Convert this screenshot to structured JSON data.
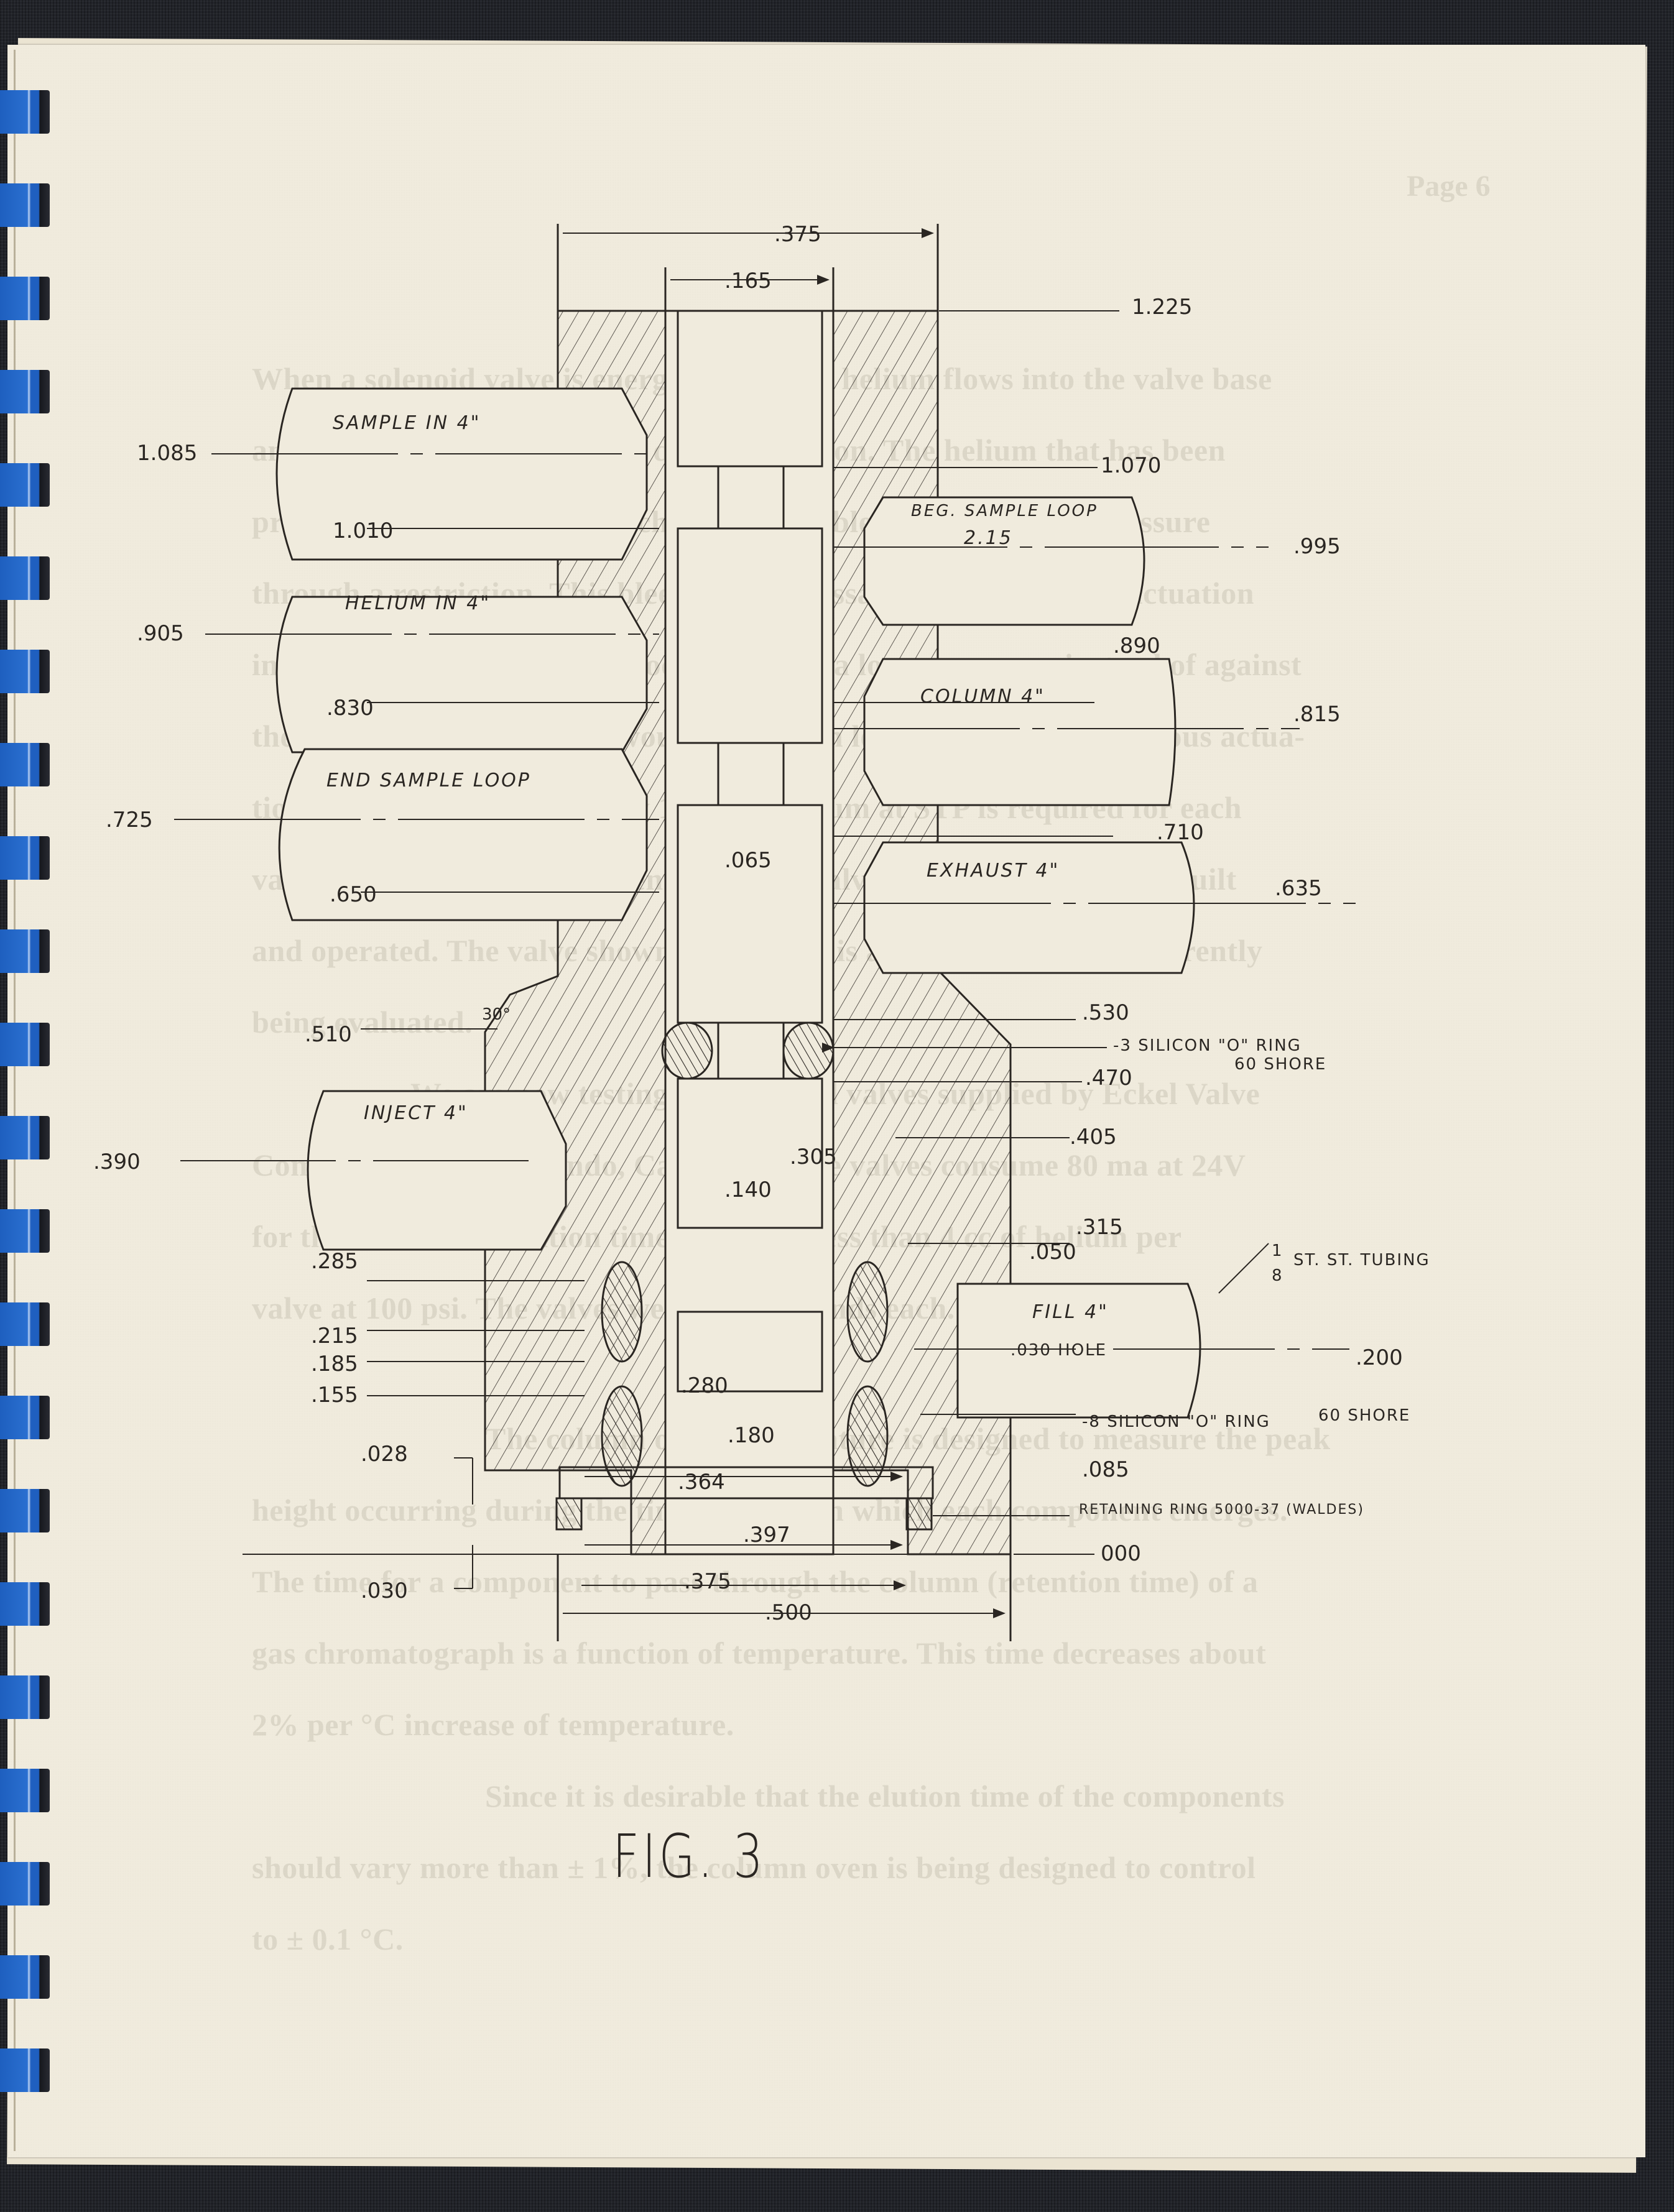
{
  "page": {
    "page_number": "Page 6",
    "figure_caption": "FIG. 3",
    "background_color": "#f0ebdd",
    "binding_color": "#1f5fbf"
  },
  "ghost_text_lines": [
    "When a solenoid valve is energized, 100 psi helium flows into the valve base",
    "and forces the piston into the desired position.  The helium that has been",
    "pressurized in the actuation chamber then bleeds out to lower pressure",
    "through a restriction.  This bleed off is necessary so that the next actuation",
    "in the opposite direction will occur against a lower pressure instead of against",
    "the 100 psi pressure which would have been left over from the previous actua-",
    "tion.  A total of approximately 1.4 cc of helium at STP is required for each",
    "valve actuation.  An experimental sample valve of this type has been built",
    "and operated.  The valve shown in Figure 3 is an improved model currently",
    "being evaluated.",
    "We are now testing the solenoid valves supplied by Eckel Valve",
    "Company of San Fernando, California.  The valves consume 80 ma at 24V",
    "for the 2 second actuation time.  They use less than 4 cc of helium per",
    "valve at 100 psi.  The valves weigh 0.35 pounds each.",
    "The column oven temperature is designed to measure the peak",
    "height occurring during the time interval in which each component emerges.",
    "The time for a component to pass through the column (retention time) of a",
    "gas chromatograph is a function of temperature.  This time decreases about",
    "2% per °C increase of temperature.",
    "Since it is desirable that the elution time of the components",
    "should vary more than ± 1%, the column oven is being designed to control",
    "to ± 0.1 °C."
  ],
  "drawing": {
    "top_dimensions": [
      ".375",
      ".165"
    ],
    "top_height": "1.225",
    "port_labels": {
      "sample_in": "SAMPLE IN 4\"",
      "helium_in": "HELIUM IN 4\"",
      "end_sample_loop": "END SAMPLE LOOP",
      "beg_sample_loop": "BEG. SAMPLE LOOP",
      "beg_sample_loop_length": "2.15",
      "column": "COLUMN 4\"",
      "exhaust": "EXHAUST 4\"",
      "inject": "INJECT 4\"",
      "fill": "FILL 4\""
    },
    "left_heights": [
      "1.085",
      "1.010",
      ".905",
      ".830",
      ".725",
      ".650",
      ".510",
      ".390",
      ".285",
      ".215",
      ".185",
      ".155",
      ".028",
      ".030"
    ],
    "right_heights": [
      "1.070",
      ".995",
      ".890",
      ".815",
      ".710",
      ".635",
      ".530",
      ".470",
      ".405",
      ".315",
      ".200",
      ".085",
      "000"
    ],
    "inner_dimensions": [
      ".065",
      ".305",
      ".140",
      ".050",
      ".280",
      ".180",
      ".364",
      ".397",
      ".375",
      ".500"
    ],
    "angle": "30°",
    "callouts": {
      "o_ring_small": "-3 SILICON \"O\" RING",
      "o_ring_small_shore": "60 SHORE",
      "tubing": "ST. ST. TUBING",
      "tubing_fraction_num": "1",
      "tubing_fraction_den": "8",
      "hole": ".030 HOLE",
      "o_ring_large": "-8 SILICON \"O\" RING",
      "o_ring_large_shore": "60 SHORE",
      "retaining_ring": "RETAINING RING 5000-37 (WALDES)"
    }
  }
}
